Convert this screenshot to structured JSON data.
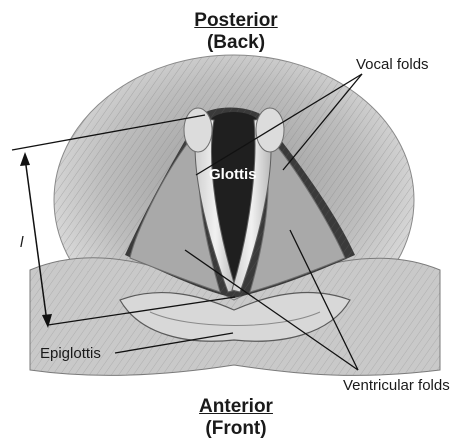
{
  "orientation": {
    "posterior": "Posterior",
    "posterior_sub": "(Back)",
    "anterior": "Anterior",
    "anterior_sub": "(Front)"
  },
  "labels": {
    "vocal_folds": "Vocal folds",
    "glottis": "Glottis",
    "epiglottis": "Epiglottis",
    "ventricular_folds": "Ventricular folds",
    "length": "l"
  }
}
